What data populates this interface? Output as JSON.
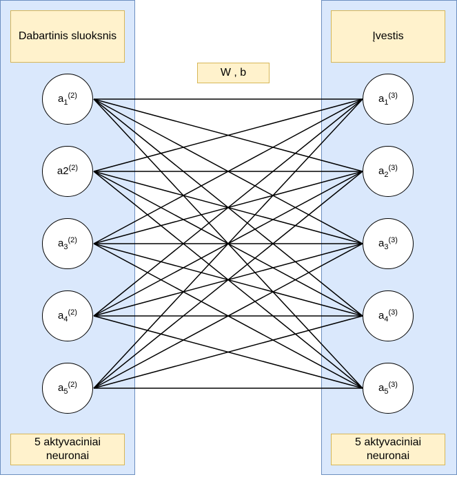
{
  "left_layer": {
    "title": "Dabartinis sluoksnis",
    "neurons": [
      {
        "base": "a",
        "sub": "1",
        "sup": "(2)"
      },
      {
        "base": "a2",
        "sub": "",
        "sup": "(2)"
      },
      {
        "base": "a",
        "sub": "3",
        "sup": "(2)"
      },
      {
        "base": "a",
        "sub": "4",
        "sup": "(2)"
      },
      {
        "base": "a",
        "sub": "5",
        "sup": "(2)"
      }
    ],
    "footer": "5 aktyvaciniai neuronai"
  },
  "right_layer": {
    "title": "Įvestis",
    "neurons": [
      {
        "base": "a",
        "sub": "1",
        "sup": "(3)"
      },
      {
        "base": "a",
        "sub": "2",
        "sup": "(3)"
      },
      {
        "base": "a",
        "sub": "3",
        "sup": "(3)"
      },
      {
        "base": "a",
        "sub": "4",
        "sup": "(3)"
      },
      {
        "base": "a",
        "sub": "5",
        "sup": "(3)"
      }
    ],
    "footer": "5 aktyvaciniai neuronai"
  },
  "connection_label": "W , b",
  "colors": {
    "panel_fill": "#dae8fc",
    "panel_border": "#6c8ebf",
    "label_fill": "#fff2cc",
    "label_border": "#d6b656",
    "neuron_fill": "#ffffff",
    "line": "#000000"
  }
}
